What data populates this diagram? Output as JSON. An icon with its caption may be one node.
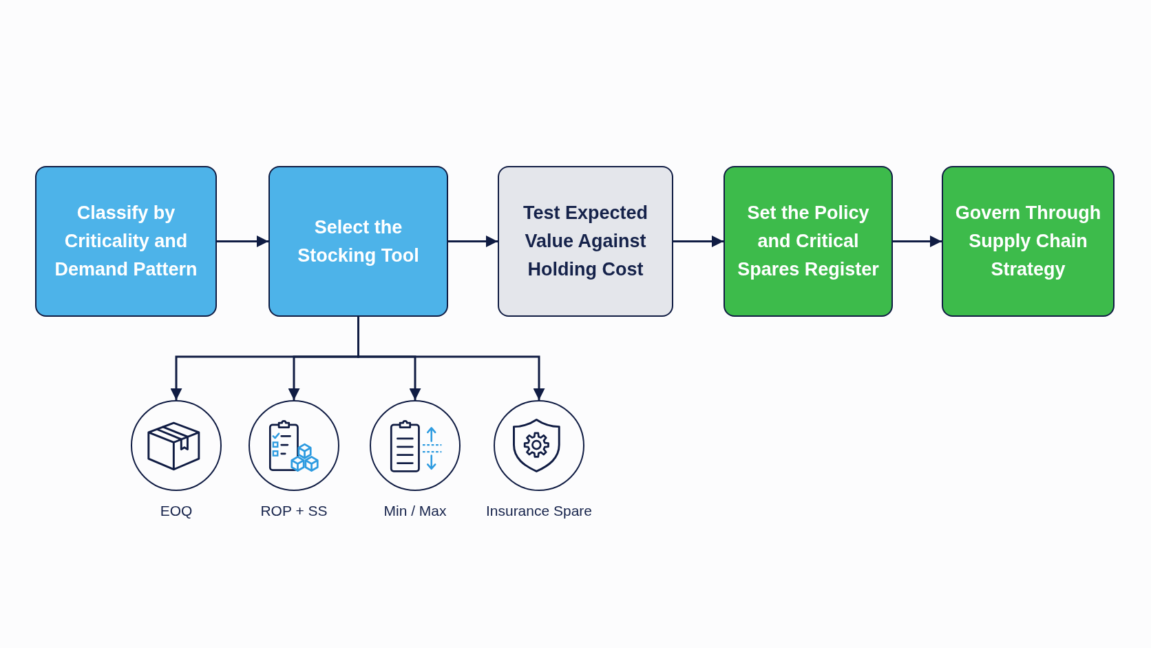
{
  "diagram": {
    "nodes": [
      {
        "text": [
          "Classify by Criticality and Demand Pattern"
        ]
      },
      {
        "text": [
          "Select the Stocking Tool"
        ]
      },
      {
        "text": [
          "Test Expected Value Against Holding Cost"
        ]
      },
      {
        "text": [
          "Set the Policy and Critical Spares Register"
        ]
      },
      {
        "text": [
          "Govern Through Supply Chain Strategy"
        ]
      },
      {
        "text": [
          "EOQ"
        ]
      },
      {
        "text": [
          "ROP + SS"
        ]
      },
      {
        "text": [
          "Min / Max"
        ]
      },
      {
        "text": [
          "Insurance Spare"
        ]
      }
    ],
    "edges": [
      {
        "from": 0,
        "to": 1,
        "arrow": "to"
      },
      {
        "from": 1,
        "to": 2,
        "arrow": "to"
      },
      {
        "from": 2,
        "to": 3,
        "arrow": "to"
      },
      {
        "from": 3,
        "to": 4,
        "arrow": "to"
      },
      {
        "from": 1,
        "to": 5,
        "arrow": "to"
      },
      {
        "from": 1,
        "to": 6,
        "arrow": "to"
      },
      {
        "from": 1,
        "to": 7,
        "arrow": "to"
      },
      {
        "from": 1,
        "to": 8,
        "arrow": "to"
      }
    ]
  }
}
